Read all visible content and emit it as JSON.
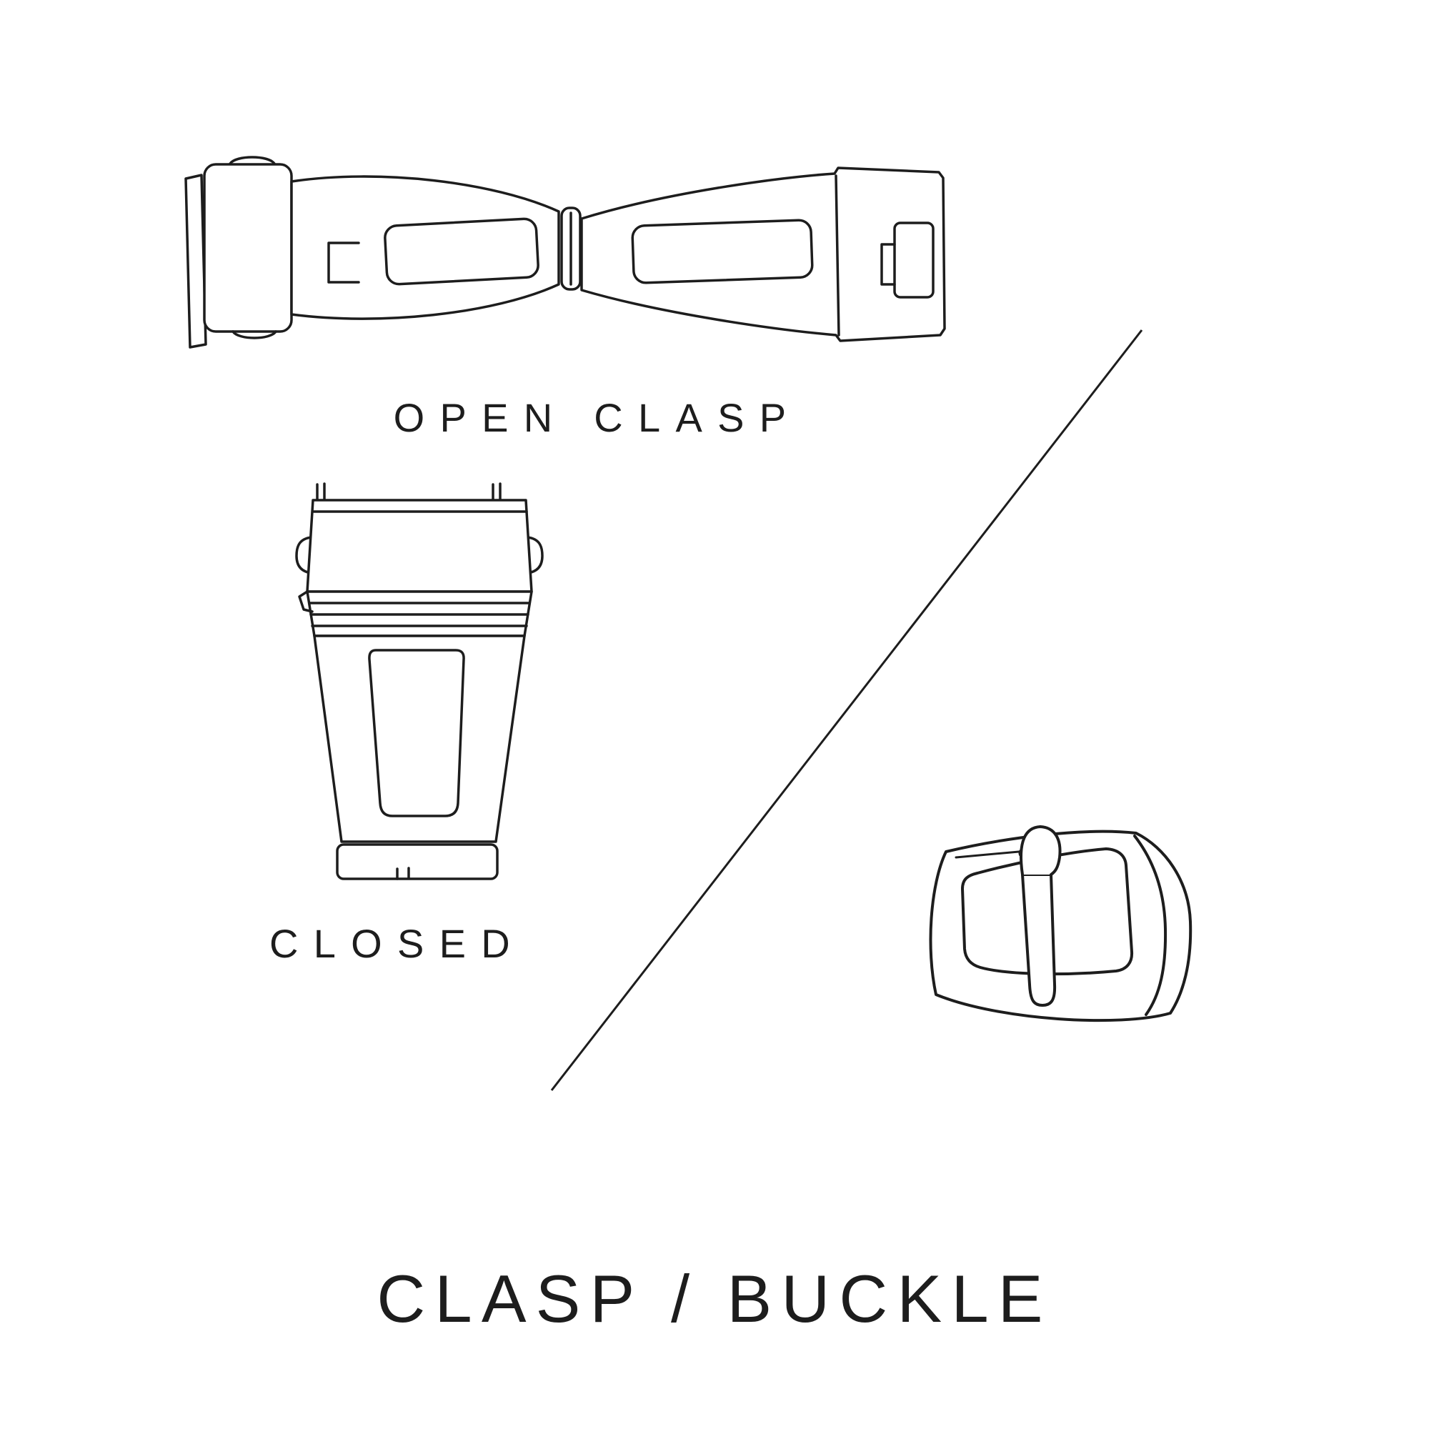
{
  "page": {
    "background_color": "#ffffff",
    "ink_color": "#1d1d1d",
    "title": "CLASP / BUCKLE"
  },
  "labels": {
    "open_clasp": "OPEN CLASP",
    "closed": "CLOSED"
  },
  "icons": [
    {
      "name": "open-clasp-illustration",
      "depicts": "watch deployant clasp shown open (two hinged arms)"
    },
    {
      "name": "closed-clasp-illustration",
      "depicts": "watch clasp shown closed (folded, top view)"
    },
    {
      "name": "buckle-illustration",
      "depicts": "watch strap tang buckle with prong"
    },
    {
      "name": "diagonal-divider-line",
      "depicts": "thin diagonal rule separating clasp side from buckle side"
    }
  ]
}
